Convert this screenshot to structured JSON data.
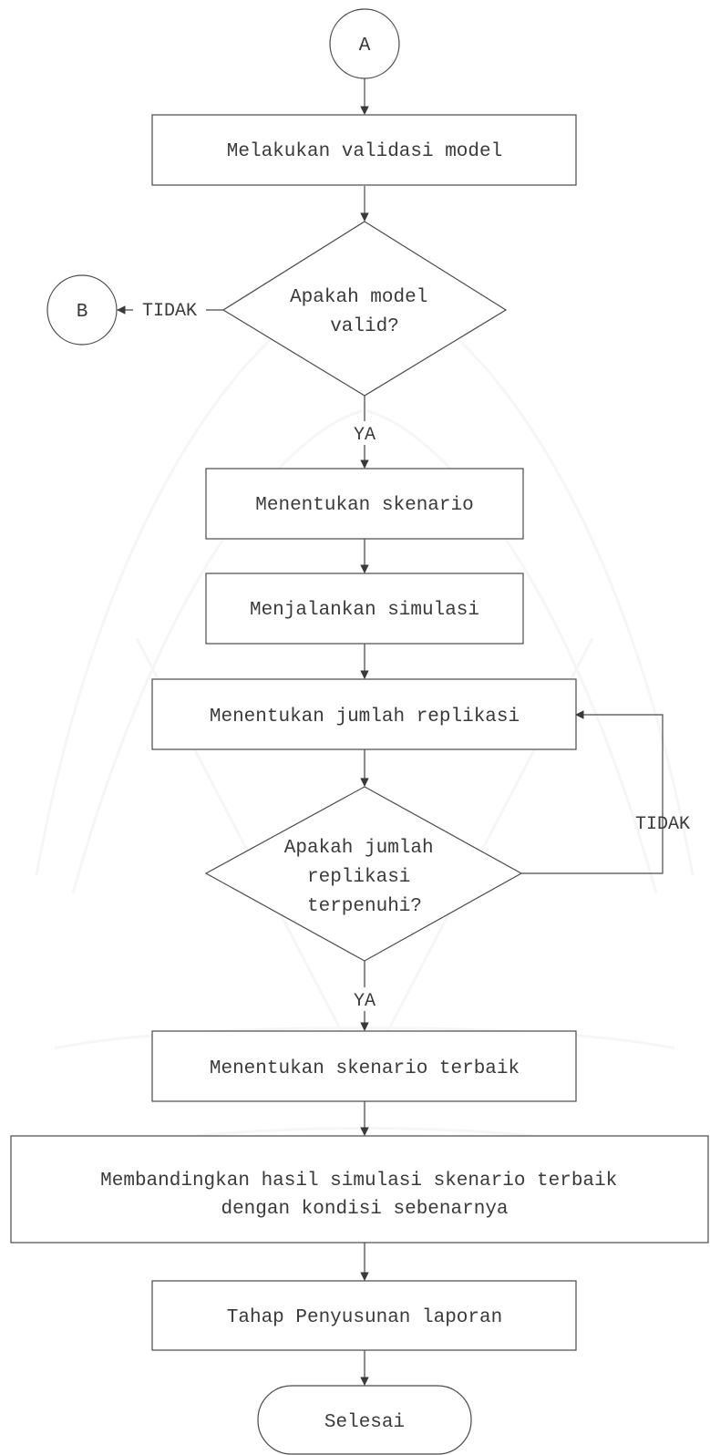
{
  "diagram": {
    "nodes": {
      "connector_a": "A",
      "validate_model": "Melakukan validasi model",
      "decision_valid": [
        "Apakah model",
        "valid?"
      ],
      "connector_b": "B",
      "set_scenario": "Menentukan skenario",
      "run_simulation": "Menjalankan simulasi",
      "set_replication": "Menentukan jumlah replikasi",
      "decision_replication": [
        "Apakah jumlah",
        "replikasi",
        "terpenuhi?"
      ],
      "best_scenario": "Menentukan skenario terbaik",
      "compare_results": [
        "Membandingkan hasil simulasi skenario terbaik",
        "dengan kondisi sebenarnya"
      ],
      "report_stage": "Tahap Penyusunan laporan",
      "end": "Selesai"
    },
    "edge_labels": {
      "valid_no": "TIDAK",
      "valid_yes": "YA",
      "replication_no": "TIDAK",
      "replication_yes": "YA"
    }
  }
}
